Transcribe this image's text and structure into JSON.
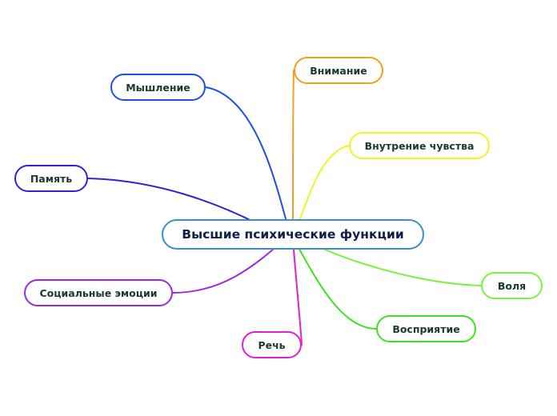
{
  "diagram": {
    "center": {
      "id": "center",
      "label": "Высшие психические функции",
      "color": "#3a8fc7"
    },
    "branches": [
      {
        "id": "attention",
        "label": "Внимание",
        "color": "#f0a020"
      },
      {
        "id": "thinking",
        "label": "Мышление",
        "color": "#1e50e0"
      },
      {
        "id": "inner-feelings",
        "label": "Внутрение чувства",
        "color": "#f2f22a"
      },
      {
        "id": "memory",
        "label": "Память",
        "color": "#3a1ecf"
      },
      {
        "id": "will",
        "label": "Воля",
        "color": "#80f040"
      },
      {
        "id": "social-emotions",
        "label": "Социальные эмоции",
        "color": "#9a2adc"
      },
      {
        "id": "perception",
        "label": "Восприятие",
        "color": "#40e020"
      },
      {
        "id": "speech",
        "label": "Речь",
        "color": "#e020d0"
      }
    ]
  }
}
